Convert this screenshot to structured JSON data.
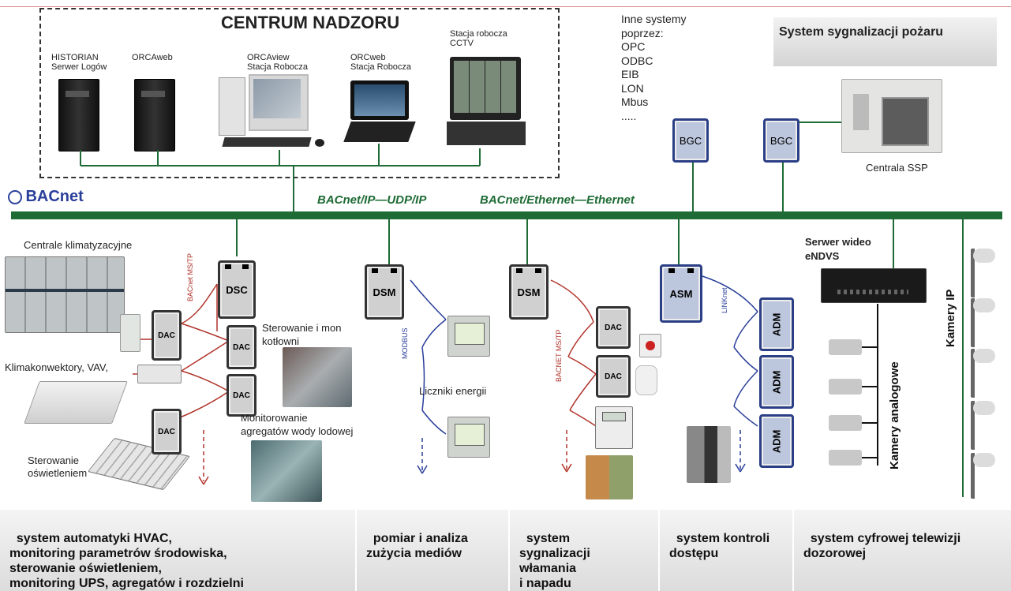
{
  "top": {
    "title": "CENTRUM NADZORU",
    "stations": [
      {
        "label": "HISTORIAN\nSerwer Logów"
      },
      {
        "label": "ORCAweb"
      },
      {
        "label": "ORCAview\nStacja Robocza"
      },
      {
        "label": "ORCweb\nStacja Robocza"
      },
      {
        "label": "Stacja robocza\nCCTV"
      }
    ],
    "other_systems": "Inne systemy\npoprzez:\nOPC\nODBC\nEIB\nLON\nMbus\n.....",
    "fire_title": "System sygnalizacji pożaru",
    "fire_panel": "Centrala SSP",
    "bgc1": "BGC",
    "bgc2": "BGC"
  },
  "bus": {
    "logo": "BACnet",
    "label1": "BACnet/IP—UDP/IP",
    "label2": "BACnet/Ethernet—Ethernet"
  },
  "hvac": {
    "ahu_label": "Centrale klimatyzacyjne",
    "fancoil_label": "Klimakonwektory, VAV,",
    "light_label": "Sterowanie\noświetleniem",
    "boiler_label": "Sterowanie i mon\nkotłowni",
    "chiller_label": "Monitorowanie\nagregatów wody lodowej",
    "link_label": "BACnet MS/TP",
    "dsc": "DSC",
    "dac": "DAC"
  },
  "energy": {
    "dsm": "DSM",
    "link_label": "MODBUS",
    "meters_label": "Liczniki energii"
  },
  "intrusion": {
    "dsm": "DSM",
    "link_label": "BACNET MS/TP",
    "dac": "DAC"
  },
  "access": {
    "asm": "ASM",
    "link_label": "LINKnet",
    "adm": "ADM"
  },
  "cctv": {
    "server_label": "Serwer wideo\neNDVS",
    "analog_label": "Kamery analogowe",
    "ip_label": "Kamery IP"
  },
  "footer": [
    {
      "text": "system automatyki HVAC,\nmonitoring parametrów środowiska,\nsterowanie oświetleniem,\nmonitoring UPS, agregatów i rozdzielni"
    },
    {
      "text": "pomiar i analiza\nzużycia mediów"
    },
    {
      "text": "system\nsygnalizacji\nwłamania\ni napadu"
    },
    {
      "text": "system kontroli\ndostępu"
    },
    {
      "text": "system cyfrowej telewizji\ndozorowej"
    }
  ],
  "colors": {
    "bus": "#1e6b35",
    "mstp": "#b0332a",
    "modbus": "#2a3f9a",
    "footer": "#e3e3e3"
  }
}
